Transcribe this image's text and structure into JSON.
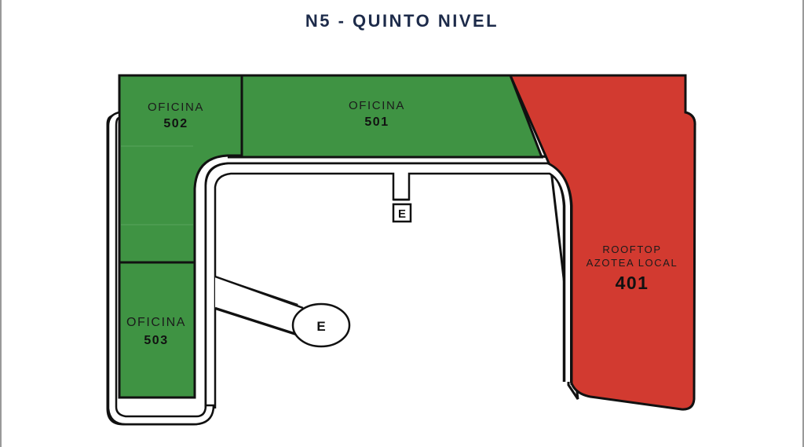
{
  "title": "N5 - QUINTO NIVEL",
  "colors": {
    "office": "#3f9343",
    "rooftop": "#d23a30",
    "outline": "#111111",
    "corridor": "#ffffff",
    "title": "#1d2b4a"
  },
  "units": [
    {
      "id": "502",
      "type_label": "OFICINA",
      "number": "502",
      "status": "green"
    },
    {
      "id": "501",
      "type_label": "OFICINA",
      "number": "501",
      "status": "green"
    },
    {
      "id": "503",
      "type_label": "OFICINA",
      "number": "503",
      "status": "green"
    },
    {
      "id": "401",
      "type_label_line1": "ROOFTOP",
      "type_label_line2": "AZOTEA LOCAL",
      "number": "401",
      "status": "red"
    }
  ],
  "elevators": [
    {
      "label": "E"
    },
    {
      "label": "E"
    }
  ]
}
